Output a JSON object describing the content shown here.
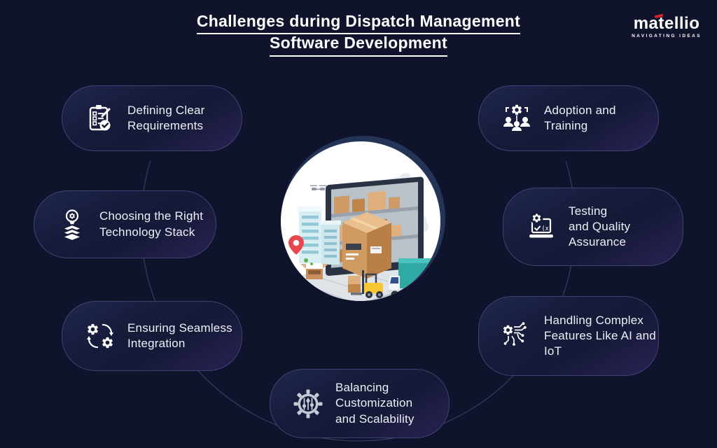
{
  "header": {
    "title_line1": "Challenges during Dispatch Management",
    "title_line2": "Software Development"
  },
  "logo": {
    "name": "matellio",
    "tagline": "NAVIGATING IDEAS"
  },
  "cards": [
    {
      "id": "defining-clear-requirements",
      "label": "Defining Clear\nRequirements",
      "icon": "clipboard-checklist-icon"
    },
    {
      "id": "adoption-and-training",
      "label": "Adoption and\nTraining",
      "icon": "team-training-gear-icon"
    },
    {
      "id": "choosing-the-right-technology-stack",
      "label": "Choosing the Right\nTechnology Stack",
      "icon": "technology-stack-icon"
    },
    {
      "id": "testing-and-quality-assurance",
      "label": "Testing\nand Quality\nAssurance",
      "icon": "laptop-qa-gear-icon"
    },
    {
      "id": "ensuring-seamless-integration",
      "label": "Ensuring Seamless\nIntegration",
      "icon": "sync-gears-icon"
    },
    {
      "id": "handling-complex-features-ai-iot",
      "label": "Handling Complex\nFeatures Like AI and\nIoT",
      "icon": "ai-circuit-gear-icon"
    },
    {
      "id": "balancing-customization-and-scalability",
      "label": "Balancing\nCustomization\nand Scalability",
      "icon": "customization-slider-gear-icon"
    }
  ],
  "center_illustration": {
    "description": "Isometric dispatch management scene: monitor with warehouse shelves of parcels, large cardboard box, buildings, location pin, forklift, delivery truck, clouds and plane inside a white circle"
  },
  "colors": {
    "background": "#0f132c",
    "card_fill_dark": "#151a38",
    "card_fill_purple": "#2a2254",
    "card_border": "#3d4473",
    "ring": "#6a7194",
    "accent_red": "#d8232e",
    "icon_white": "#ffffff",
    "icon_silver": "#c6cad6",
    "truck_teal": "#2fa9a4",
    "forklift_yellow": "#f6c733",
    "box_tan": "#cf9a66",
    "pin_red": "#e8474d"
  }
}
